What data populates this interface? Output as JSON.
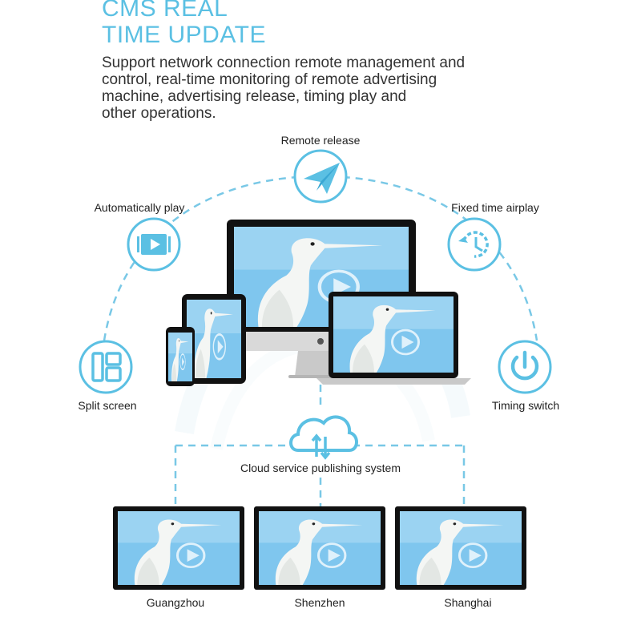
{
  "header": {
    "title_lines": [
      "CMS REAL",
      "TIME UPDATE"
    ],
    "description_lines": [
      "Support network connection remote management and",
      "control, real-time monitoring of remote advertising",
      "machine, advertising release, timing play and",
      "other operations."
    ]
  },
  "features": {
    "remote_release": {
      "label": "Remote release",
      "icon": "paper-plane-icon"
    },
    "automatically_play": {
      "label": "Automatically play",
      "icon": "play-icon"
    },
    "fixed_time_airplay": {
      "label": "Fixed time airplay",
      "icon": "clock-icon"
    },
    "split_screen": {
      "label": "Split screen",
      "icon": "split-screen-icon"
    },
    "timing_switch": {
      "label": "Timing switch",
      "icon": "power-icon"
    }
  },
  "cloud": {
    "label": "Cloud service publishing system",
    "icon": "cloud-sync-icon"
  },
  "locations": [
    "Guangzhou",
    "Shenzhen",
    "Shanghai"
  ],
  "colors": {
    "accent": "#5bc0e3",
    "screen_sky": "#7fc6ee",
    "dashed_line": "#79c8e6",
    "text": "#222222"
  }
}
